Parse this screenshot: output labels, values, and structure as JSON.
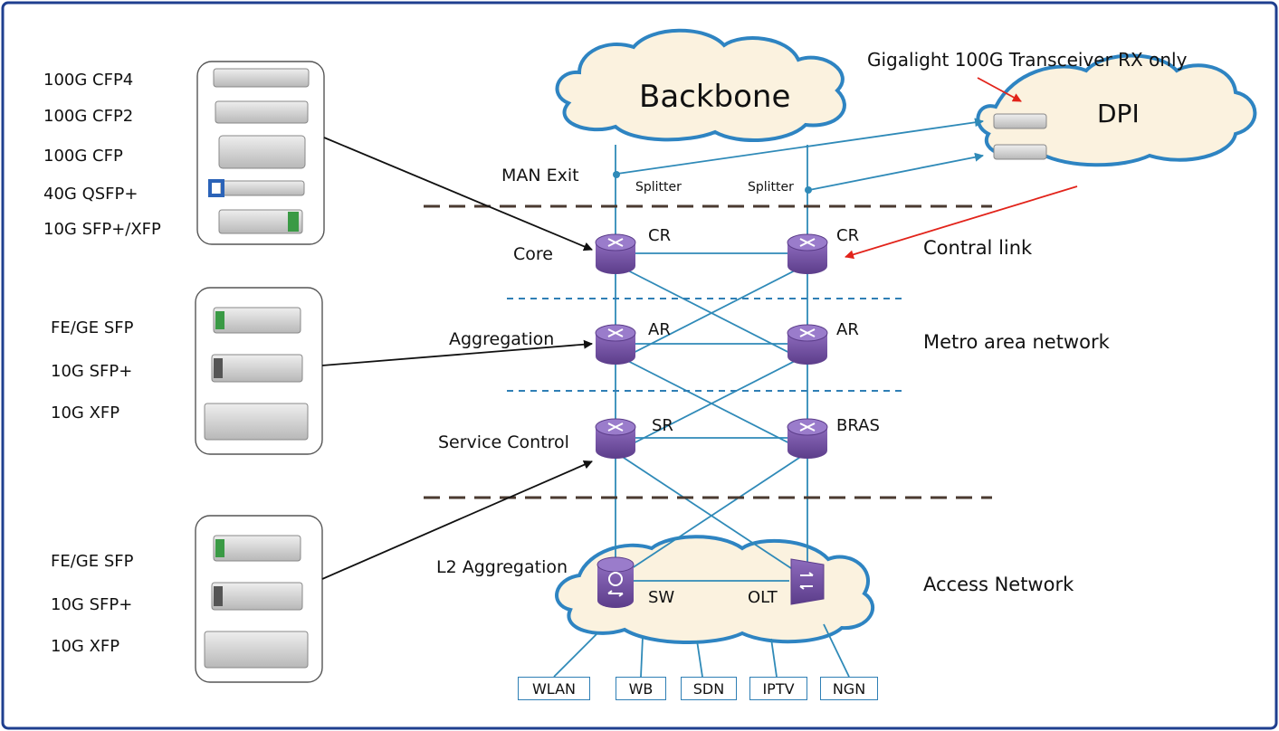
{
  "colors": {
    "frame": "#1f3f8f",
    "link": "#2f8ab8",
    "router": "#7b5aa8",
    "cloud_fill": "#fbf2df",
    "cloud_edge": "#2e84c2",
    "callout": "#e2231a"
  },
  "module_groups": [
    {
      "labels": [
        "100G CFP4",
        "100G CFP2",
        "100G CFP",
        "40G QSFP+",
        "10G SFP+/XFP"
      ]
    },
    {
      "labels": [
        "FE/GE SFP",
        "10G SFP+",
        "10G XFP"
      ]
    },
    {
      "labels": [
        "FE/GE SFP",
        "10G SFP+",
        "10G XFP"
      ]
    }
  ],
  "clouds": {
    "backbone": "Backbone",
    "dpi": "DPI"
  },
  "callouts": {
    "transceiver": "Gigalight 100G Transceiver RX only",
    "control_link": "Contral link"
  },
  "taps": {
    "man_exit": "MAN Exit",
    "splitter_left": "Splitter",
    "splitter_right": "Splitter"
  },
  "levels": {
    "core": "Core",
    "aggregation": "Aggregation",
    "service_control": "Service Control",
    "l2_aggregation": "L2 Aggregation"
  },
  "nodes": {
    "cr_left": "CR",
    "cr_right": "CR",
    "ar_left": "AR",
    "ar_right": "AR",
    "sr": "SR",
    "bras": "BRAS",
    "sw": "SW",
    "olt": "OLT"
  },
  "zones": {
    "metro": "Metro area network",
    "access": "Access Network"
  },
  "services": [
    "WLAN",
    "WB",
    "SDN",
    "IPTV",
    "NGN"
  ]
}
